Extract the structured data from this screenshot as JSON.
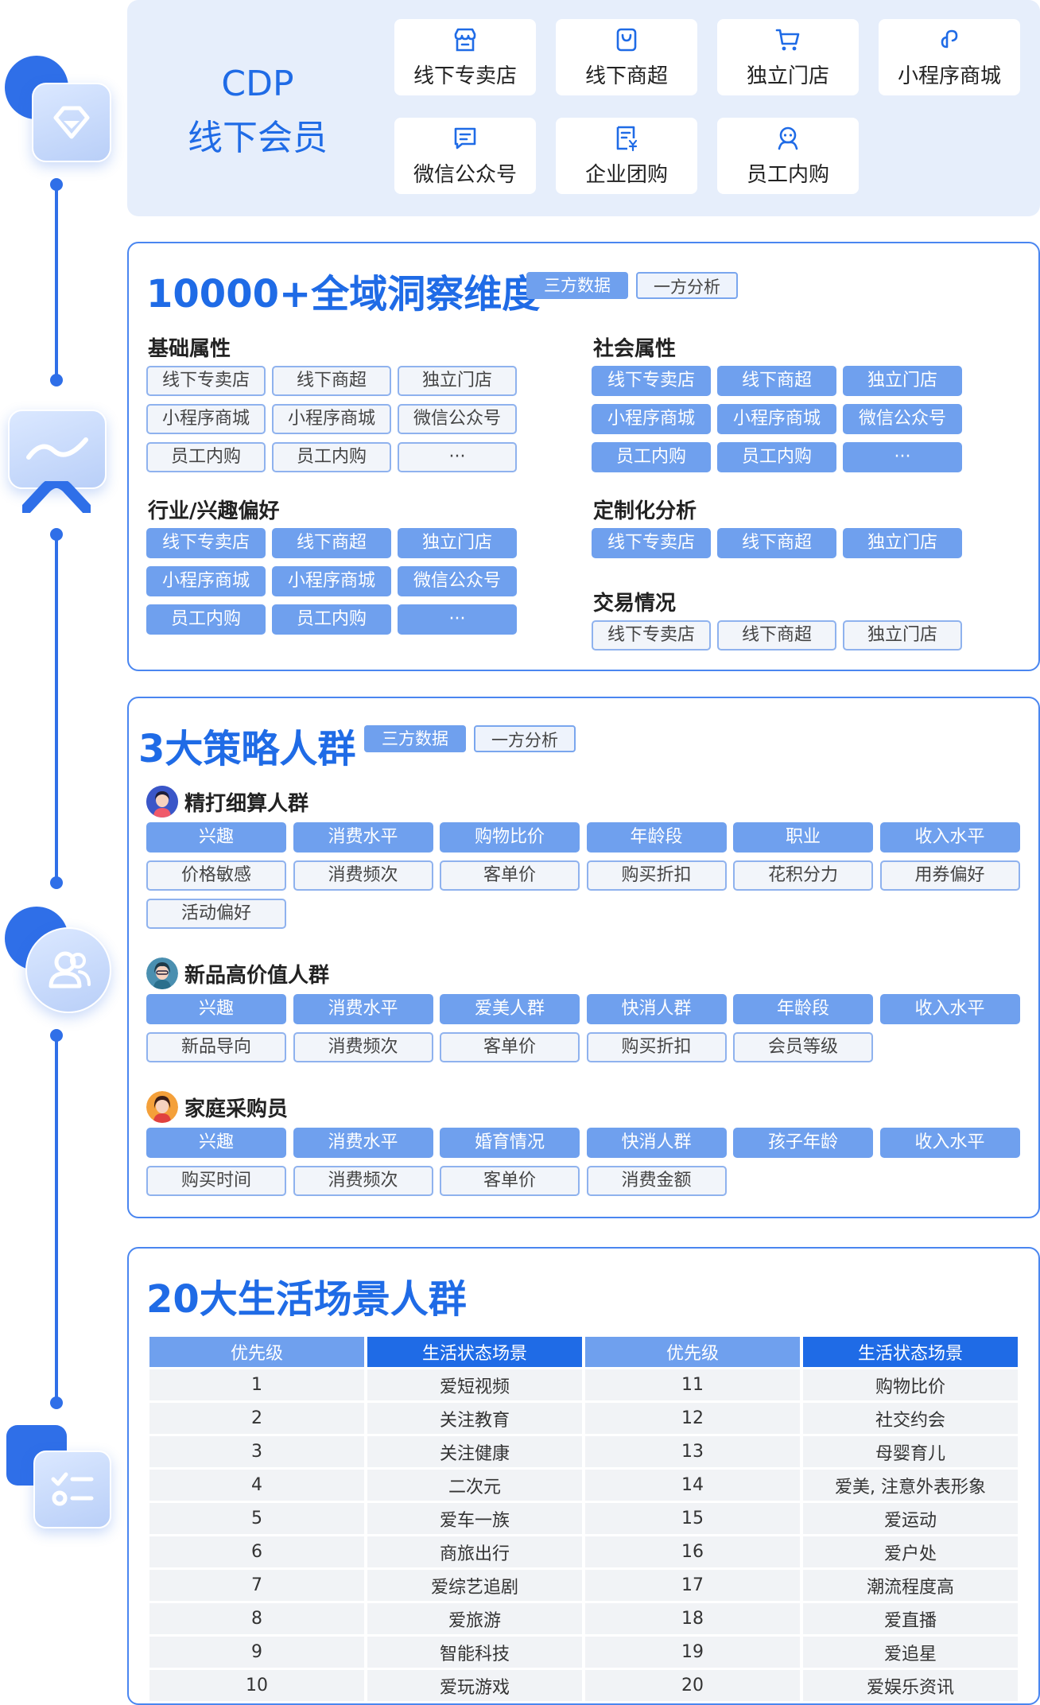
{
  "cdp": {
    "title_line1": "CDP",
    "title_line2": "线下会员",
    "channels": [
      {
        "label": "线下专卖店",
        "icon": "store-icon"
      },
      {
        "label": "线下商超",
        "icon": "shopping-bag-icon"
      },
      {
        "label": "独立门店",
        "icon": "cart-icon"
      },
      {
        "label": "小程序商城",
        "icon": "mini-program-icon"
      },
      {
        "label": "微信公众号",
        "icon": "message-icon"
      },
      {
        "label": "企业团购",
        "icon": "invoice-icon"
      },
      {
        "label": "员工内购",
        "icon": "employee-icon"
      }
    ]
  },
  "insight": {
    "title": "10000+全域洞察维度",
    "tag_third_party": "三方数据",
    "tag_first_party": "一方分析",
    "groups": [
      {
        "name": "基础属性",
        "chips": [
          "线下专卖店",
          "线下商超",
          "独立门店",
          "小程序商城",
          "小程序商城",
          "微信公众号",
          "员工内购",
          "员工内购",
          "···"
        ]
      },
      {
        "name": "社会属性",
        "chips": [
          "线下专卖店",
          "线下商超",
          "独立门店",
          "小程序商城",
          "小程序商城",
          "微信公众号",
          "员工内购",
          "员工内购",
          "···"
        ]
      },
      {
        "name": "行业/兴趣偏好",
        "chips": [
          "线下专卖店",
          "线下商超",
          "独立门店",
          "小程序商城",
          "小程序商城",
          "微信公众号",
          "员工内购",
          "员工内购",
          "···"
        ]
      },
      {
        "name": "定制化分析",
        "chips": [
          "线下专卖店",
          "线下商超",
          "独立门店"
        ]
      },
      {
        "name": "交易情况",
        "chips": [
          "线下专卖店",
          "线下商超",
          "独立门店"
        ]
      }
    ]
  },
  "strategy": {
    "title": "3大策略人群",
    "tag_third_party": "三方数据",
    "tag_first_party": "一方分析",
    "groups": [
      {
        "name": "精打细算人群",
        "solid": [
          "兴趣",
          "消费水平",
          "购物比价",
          "年龄段",
          "职业",
          "收入水平"
        ],
        "outline": [
          "价格敏感",
          "消费频次",
          "客单价",
          "购买折扣",
          "花积分力",
          "用券偏好",
          "活动偏好"
        ]
      },
      {
        "name": "新品高价值人群",
        "solid": [
          "兴趣",
          "消费水平",
          "爱美人群",
          "快消人群",
          "年龄段",
          "收入水平"
        ],
        "outline": [
          "新品导向",
          "消费频次",
          "客单价",
          "购买折扣",
          "会员等级"
        ]
      },
      {
        "name": "家庭采购员",
        "solid": [
          "兴趣",
          "消费水平",
          "婚育情况",
          "快消人群",
          "孩子年龄",
          "收入水平"
        ],
        "outline": [
          "购买时间",
          "消费频次",
          "客单价",
          "消费金额"
        ]
      }
    ]
  },
  "life": {
    "title": "20大生活场景人群",
    "col_priority": "优先级",
    "col_scene": "生活状态场景",
    "rows": [
      {
        "p1": "1",
        "s1": "爱短视频",
        "p2": "11",
        "s2": "购物比价"
      },
      {
        "p1": "2",
        "s1": "关注教育",
        "p2": "12",
        "s2": "社交约会"
      },
      {
        "p1": "3",
        "s1": "关注健康",
        "p2": "13",
        "s2": "母婴育儿"
      },
      {
        "p1": "4",
        "s1": "二次元",
        "p2": "14",
        "s2": "爱美, 注意外表形象"
      },
      {
        "p1": "5",
        "s1": "爱车一族",
        "p2": "15",
        "s2": "爱运动"
      },
      {
        "p1": "6",
        "s1": "商旅出行",
        "p2": "16",
        "s2": "爱户处"
      },
      {
        "p1": "7",
        "s1": "爱综艺追剧",
        "p2": "17",
        "s2": "潮流程度高"
      },
      {
        "p1": "8",
        "s1": "爱旅游",
        "p2": "18",
        "s2": "爱直播"
      },
      {
        "p1": "9",
        "s1": "智能科技",
        "p2": "19",
        "s2": "爱追星"
      },
      {
        "p1": "10",
        "s1": "爱玩游戏",
        "p2": "20",
        "s2": "爱娱乐资讯"
      }
    ]
  }
}
